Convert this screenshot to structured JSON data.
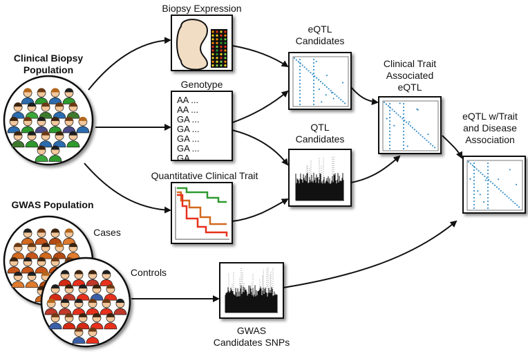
{
  "labels": {
    "clinical_population": "Clinical Biopsy\nPopulation",
    "gwas_population": "GWAS Population",
    "cases": "Cases",
    "controls": "Controls",
    "biopsy_expression": "Biopsy Expression",
    "genotype": "Genotype",
    "quantitative_trait": "Quantitative Clinical Trait",
    "eqtl_candidates": "eQTL\nCandidates",
    "qtl_candidates": "QTL\nCandidates",
    "clinical_trait_eqtl": "Clinical Trait\nAssociated\neQTL",
    "final_eqtl": "eQTL w/Trait\nand Disease\nAssociation",
    "gwas_candidates": "GWAS\nCandidates SNPs"
  },
  "genotype_lines": [
    "AA ...",
    "AA ...",
    "GA ...",
    "GA ...",
    "GA ...",
    "GA ...",
    "GA ..."
  ],
  "colors": {
    "trait_green": "#2e9a2e",
    "trait_orange": "#d2691e",
    "trait_red": "#e8311c",
    "kidney": "#f1dcc4",
    "eqtl_dot": "#3a8fc8"
  }
}
